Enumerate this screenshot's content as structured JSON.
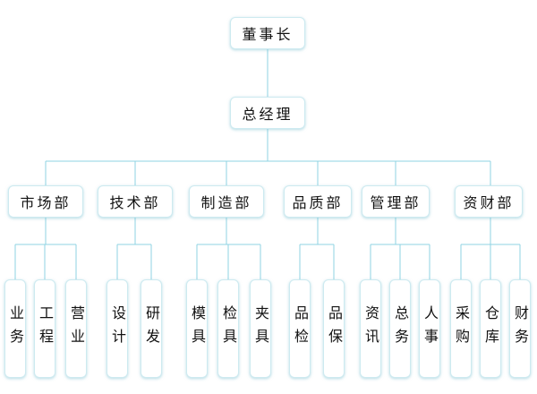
{
  "colors": {
    "connector": "#8fd3e3",
    "box_border": "#cdeaf0",
    "text": "#111111"
  },
  "org": {
    "chairman": {
      "label": "董事长"
    },
    "general_manager": {
      "label": "总经理"
    },
    "departments": [
      {
        "label": "市场部",
        "units": [
          {
            "label": "业务"
          },
          {
            "label": "工程"
          },
          {
            "label": "营业"
          }
        ]
      },
      {
        "label": "技术部",
        "units": [
          {
            "label": "设计"
          },
          {
            "label": "研发"
          }
        ]
      },
      {
        "label": "制造部",
        "units": [
          {
            "label": "模具"
          },
          {
            "label": "检具"
          },
          {
            "label": "夹具"
          }
        ]
      },
      {
        "label": "品质部",
        "units": [
          {
            "label": "品检"
          },
          {
            "label": "品保"
          }
        ]
      },
      {
        "label": "管理部",
        "units": [
          {
            "label": "资讯"
          },
          {
            "label": "总务"
          },
          {
            "label": "人事"
          }
        ]
      },
      {
        "label": "资财部",
        "units": [
          {
            "label": "采购"
          },
          {
            "label": "仓库"
          },
          {
            "label": "财务"
          }
        ]
      }
    ]
  }
}
